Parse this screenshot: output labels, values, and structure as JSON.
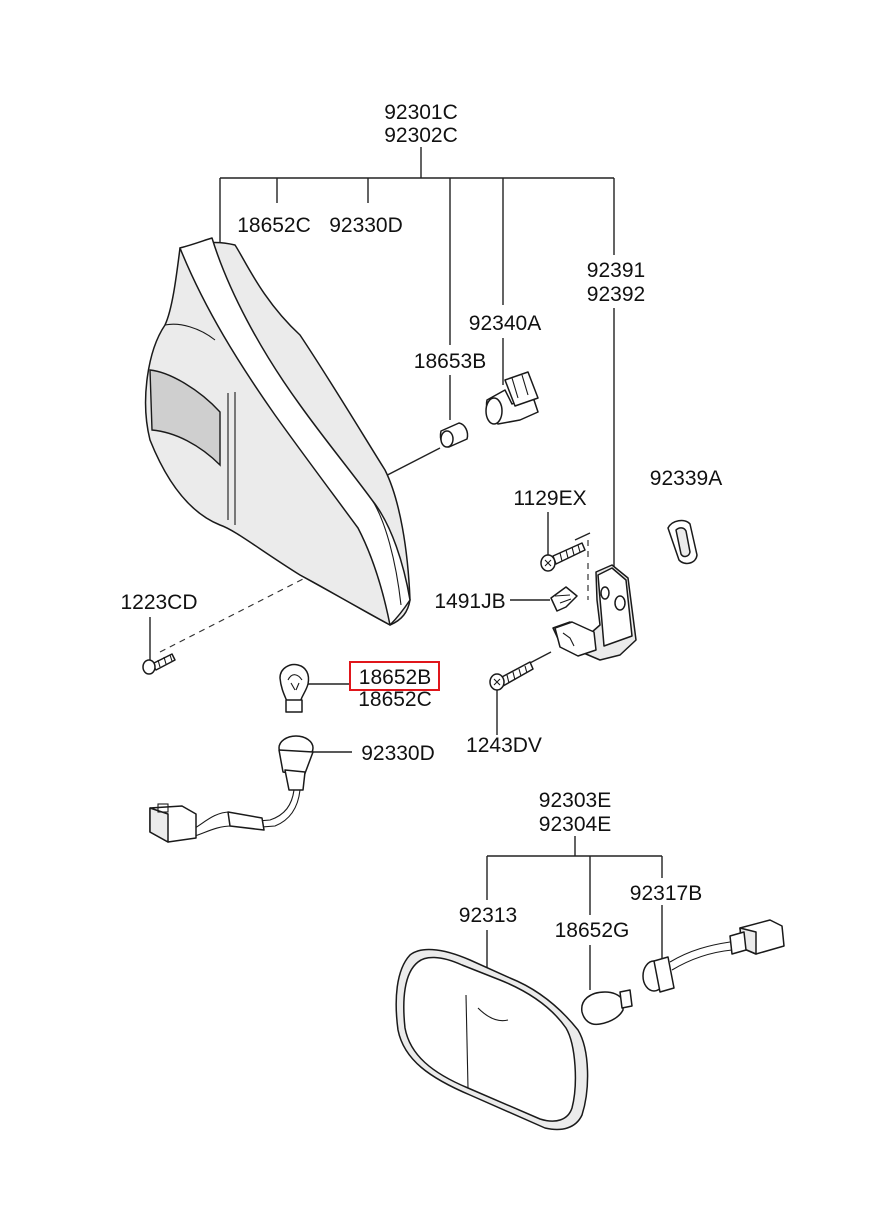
{
  "parts": {
    "rear_lamp_assy": [
      "92301C",
      "92302C"
    ],
    "bulb_upper_c": "18652C",
    "socket_upper_d": "92330D",
    "bulb_small": "18653B",
    "socket_small": "92340A",
    "bracket": [
      "92391",
      "92392"
    ],
    "grommet": "92339A",
    "screw_1129": "1129EX",
    "clip": "1491JB",
    "screw_1223": "1223CD",
    "bulb_highlight": "18652B",
    "bulb_alt": "18652C",
    "socket_harness": "92330D",
    "screw_1243": "1243DV",
    "side_lamp_assy": [
      "92303E",
      "92304E"
    ],
    "lens": "92313",
    "bulb_g": "18652G",
    "socket_b": "92317B"
  },
  "highlight_color": "#e0161b"
}
